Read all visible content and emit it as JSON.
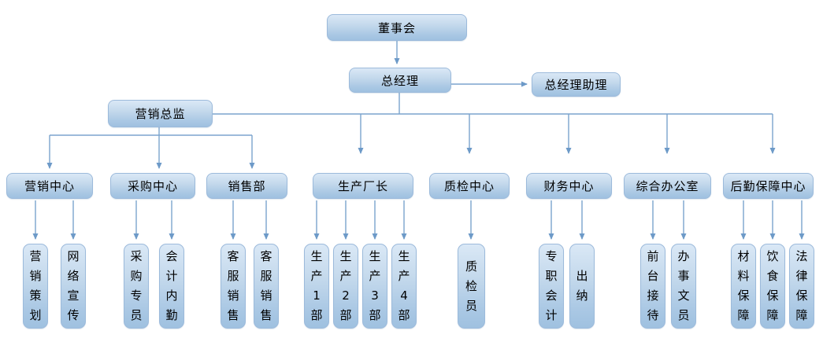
{
  "diagram": {
    "type": "organization-chart",
    "background_color": "#ffffff",
    "colors": {
      "node_fill_top": "#dae8f6",
      "node_fill_bottom": "#9fc1e0",
      "node_border": "#9cbadb",
      "connector": "#7ba4cd",
      "arrowhead": "#6d9ac8",
      "text": "#000000"
    },
    "nodes": [
      {
        "id": "board",
        "label": "董事会",
        "level": 1
      },
      {
        "id": "general_manager",
        "label": "总经理",
        "level": 2
      },
      {
        "id": "gm_assistant",
        "label": "总经理助理",
        "level": 2
      },
      {
        "id": "marketing_director",
        "label": "营销总监",
        "level": 3
      },
      {
        "id": "marketing_center",
        "label": "营销中心",
        "level": 4
      },
      {
        "id": "purchasing_center",
        "label": "采购中心",
        "level": 4
      },
      {
        "id": "sales_dept",
        "label": "销售部",
        "level": 4
      },
      {
        "id": "production_manager",
        "label": "生产厂长",
        "level": 4
      },
      {
        "id": "qc_center",
        "label": "质检中心",
        "level": 4
      },
      {
        "id": "finance_center",
        "label": "财务中心",
        "level": 4
      },
      {
        "id": "general_office",
        "label": "综合办公室",
        "level": 4
      },
      {
        "id": "logistics_center",
        "label": "后勤保障中心",
        "level": 4
      },
      {
        "id": "marketing_planning",
        "label": "营销策划",
        "level": 5
      },
      {
        "id": "network_promotion",
        "label": "网络宣传",
        "level": 5
      },
      {
        "id": "purchasing_specialist",
        "label": "采购专员",
        "level": 5
      },
      {
        "id": "accounting_internal",
        "label": "会计内勤",
        "level": 5
      },
      {
        "id": "customer_service_sales_1",
        "label": "客服销售",
        "level": 5
      },
      {
        "id": "customer_service_sales_2",
        "label": "客服销售",
        "level": 5
      },
      {
        "id": "production_1",
        "label": "生产1部",
        "level": 5
      },
      {
        "id": "production_2",
        "label": "生产2部",
        "level": 5
      },
      {
        "id": "production_3",
        "label": "生产3部",
        "level": 5
      },
      {
        "id": "production_4",
        "label": "生产4部",
        "level": 5
      },
      {
        "id": "qc_inspector",
        "label": "质检员",
        "level": 5
      },
      {
        "id": "full_time_accountant",
        "label": "专职会计",
        "level": 5
      },
      {
        "id": "cashier",
        "label": "出纳",
        "level": 5
      },
      {
        "id": "receptionist",
        "label": "前台接待",
        "level": 5
      },
      {
        "id": "office_clerk",
        "label": "办事文员",
        "level": 5
      },
      {
        "id": "material_support",
        "label": "材料保障",
        "level": 5
      },
      {
        "id": "food_support",
        "label": "饮食保障",
        "level": 5
      },
      {
        "id": "legal_support",
        "label": "法律保障",
        "level": 5
      }
    ],
    "edges": [
      [
        "board",
        "general_manager"
      ],
      [
        "general_manager",
        "gm_assistant"
      ],
      [
        "general_manager",
        "marketing_director"
      ],
      [
        "general_manager",
        "production_manager"
      ],
      [
        "general_manager",
        "qc_center"
      ],
      [
        "general_manager",
        "finance_center"
      ],
      [
        "general_manager",
        "general_office"
      ],
      [
        "general_manager",
        "logistics_center"
      ],
      [
        "marketing_director",
        "marketing_center"
      ],
      [
        "marketing_director",
        "purchasing_center"
      ],
      [
        "marketing_director",
        "sales_dept"
      ],
      [
        "marketing_center",
        "marketing_planning"
      ],
      [
        "marketing_center",
        "network_promotion"
      ],
      [
        "purchasing_center",
        "purchasing_specialist"
      ],
      [
        "purchasing_center",
        "accounting_internal"
      ],
      [
        "sales_dept",
        "customer_service_sales_1"
      ],
      [
        "sales_dept",
        "customer_service_sales_2"
      ],
      [
        "production_manager",
        "production_1"
      ],
      [
        "production_manager",
        "production_2"
      ],
      [
        "production_manager",
        "production_3"
      ],
      [
        "production_manager",
        "production_4"
      ],
      [
        "qc_center",
        "qc_inspector"
      ],
      [
        "finance_center",
        "full_time_accountant"
      ],
      [
        "finance_center",
        "cashier"
      ],
      [
        "general_office",
        "receptionist"
      ],
      [
        "general_office",
        "office_clerk"
      ],
      [
        "logistics_center",
        "material_support"
      ],
      [
        "logistics_center",
        "food_support"
      ],
      [
        "logistics_center",
        "legal_support"
      ]
    ]
  }
}
